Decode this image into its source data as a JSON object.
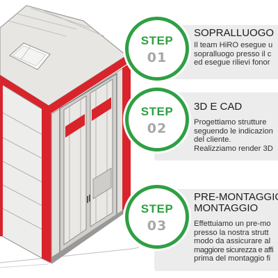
{
  "steps": [
    {
      "badge_label": "STEP",
      "number": "01",
      "title": "SOPRALLUOGO",
      "desc_lines": [
        "Il team HiRO esegue u",
        "sopralluogo presso il c",
        "ed esegue rilievi fonor"
      ]
    },
    {
      "badge_label": "STEP",
      "number": "02",
      "title": "3D E CAD",
      "desc_lines": [
        "Progettiamo strutture",
        "seguendo le indicazion",
        "del cliente.",
        "Realizziamo render 3D"
      ]
    },
    {
      "badge_label": "STEP",
      "number": "03",
      "title_lines": [
        "PRE-MONTAGGIO",
        "MONTAGGIO"
      ],
      "desc_lines": [
        "Effettuiamo un pre-mo",
        "presso la nostra strutt",
        "modo da assicurare al",
        "maggiore sicurezza e affi",
        "prima del montaggio fi"
      ]
    }
  ],
  "colors": {
    "accent_green": "#2ea043",
    "number_gray": "#a7a7a7",
    "card_gray": "#ececec",
    "cabin_red": "#d9242b"
  }
}
